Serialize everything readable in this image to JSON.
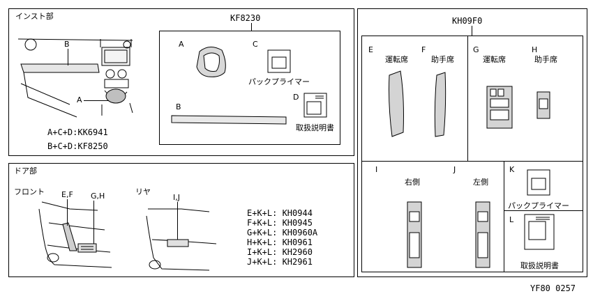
{
  "instrument": {
    "title": "インスト部",
    "callout_b": "B",
    "callout_a": "A",
    "combos": [
      "A+C+D:KK6941",
      "B+C+D:KF8250"
    ]
  },
  "kf8230": {
    "code": "KF8230",
    "label_a": "A",
    "label_b": "B",
    "label_c": "C",
    "label_d": "D",
    "primer": "パックプライマー",
    "manual": "取扱説明書"
  },
  "door": {
    "title": "ドア部",
    "front": "フロント",
    "rear": "リヤ",
    "callout_ef": "E,F",
    "callout_gh": "G,H",
    "callout_ij": "I,J",
    "combos": [
      "E+K+L: KH0944",
      "F+K+L: KH0945",
      "G+K+L: KH0960A",
      "H+K+L: KH0961",
      "I+K+L: KH2960",
      "J+K+L: KH2961"
    ]
  },
  "kh09f0": {
    "code": "KH09F0",
    "label_e": "E",
    "label_f": "F",
    "label_g": "G",
    "label_h": "H",
    "label_i": "I",
    "label_j": "J",
    "label_k": "K",
    "label_l": "L",
    "driver": "運転席",
    "passenger": "助手席",
    "right": "右側",
    "left": "左側",
    "primer": "パックプライマー",
    "manual": "取扱説明書"
  },
  "footer": {
    "ref": "YF80 0257"
  }
}
